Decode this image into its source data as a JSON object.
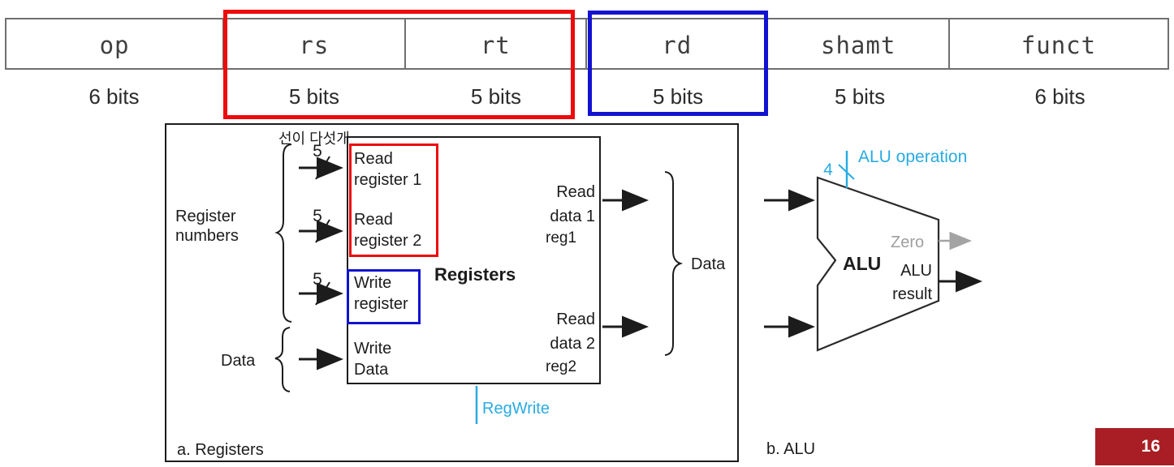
{
  "instruction_format": {
    "fields": [
      {
        "name": "op",
        "bits": "6 bits"
      },
      {
        "name": "rs",
        "bits": "5 bits"
      },
      {
        "name": "rt",
        "bits": "5 bits"
      },
      {
        "name": "rd",
        "bits": "5 bits"
      },
      {
        "name": "shamt",
        "bits": "5 bits"
      },
      {
        "name": "funct",
        "bits": "6 bits"
      }
    ]
  },
  "annotation": {
    "korean_note": "선이 다섯개"
  },
  "register_file": {
    "caption": "a. Registers",
    "title": "Registers",
    "register_numbers_label": "Register\nnumbers",
    "data_in_label": "Data",
    "wire_width_1": "5",
    "wire_width_2": "5",
    "wire_width_3": "5",
    "port_read_register_1": "Read\nregister 1",
    "port_read_register_2": "Read\nregister 2",
    "port_write_register": "Write\nregister",
    "port_write_data": "Write\nData",
    "port_read_data_1": "Read\ndata 1",
    "note_reg1": "reg1",
    "port_read_data_2": "Read\ndata 2",
    "note_reg2": "reg2",
    "control_regwrite": "RegWrite",
    "data_out_label": "Data"
  },
  "alu": {
    "caption": "b. ALU",
    "name": "ALU",
    "wire_width": "4",
    "control_label": "ALU operation",
    "zero_label": "Zero",
    "result_label": "ALU\nresult"
  },
  "page_number": "16",
  "colors": {
    "highlight_red": "#ee0b0b",
    "highlight_blue": "#1212d0",
    "control_cyan": "#29abe2",
    "zero_gray": "#9e9e9e",
    "badge_red": "#a81e24"
  }
}
